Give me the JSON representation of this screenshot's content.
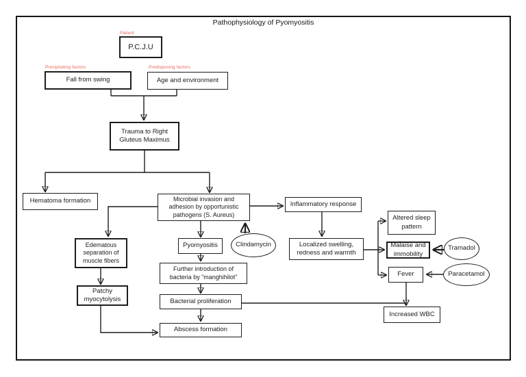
{
  "title": "Pathophysiology of Pyomyositis",
  "annotations": {
    "patient": "Patient",
    "precipitating": "Precipitating factors",
    "predisposing": "Predisposing factors"
  },
  "nodes": {
    "pcju": "P.C.J.U",
    "fall_from_swing": "Fall from swing",
    "age_environment": "Age and environment",
    "trauma": "Trauma to Right\nGluteus Maximus",
    "hematoma": "Hematoma formation",
    "microbial": "Microbial invasion and\nadhesion by opportunistic\npathogens (S. Aureus)",
    "edematous": "Edematous\nseparation of\nmuscle fibers",
    "patchy": "Patchy\nmyocytolysis",
    "pyomyositis": "Pyomyositis",
    "clindamycin": "Clindamycin",
    "further_intro": "Further introduction of\nbacteria by “manghihilot”",
    "bacterial": "Bacterial proliferation",
    "abscess": "Abscess formation",
    "inflammatory": "Inflammatory response",
    "localized": "Localized swelling,\nredness and warmth",
    "altered_sleep": "Altered sleep\npattern",
    "malaise": "Malaise and\nimmobility",
    "tramadol": "Tramadol",
    "fever": "Fever",
    "paracetamol": "Paracetamol",
    "increased_wbc": "Increased WBC"
  },
  "colors": {
    "annotation_red": "#e9655a",
    "line": "#1c1c1c",
    "box_fill": "#ffffff"
  }
}
